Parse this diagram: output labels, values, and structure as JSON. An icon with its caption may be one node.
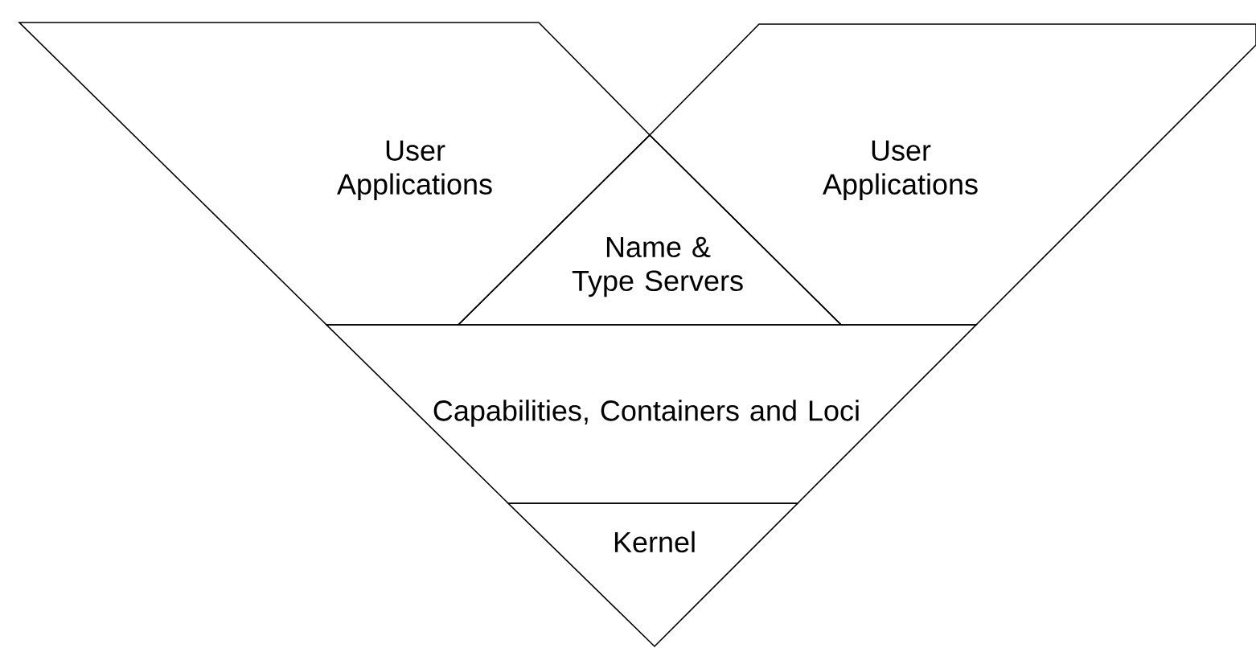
{
  "diagram": {
    "nodes": [
      {
        "text": [
          "User Applications"
        ]
      },
      {
        "text": [
          "User Applications"
        ]
      },
      {
        "text": [
          "Name & Type Servers"
        ]
      },
      {
        "text": [
          "Capabilities, Containers and Loci"
        ]
      },
      {
        "text": [
          "Kernel"
        ]
      }
    ]
  }
}
